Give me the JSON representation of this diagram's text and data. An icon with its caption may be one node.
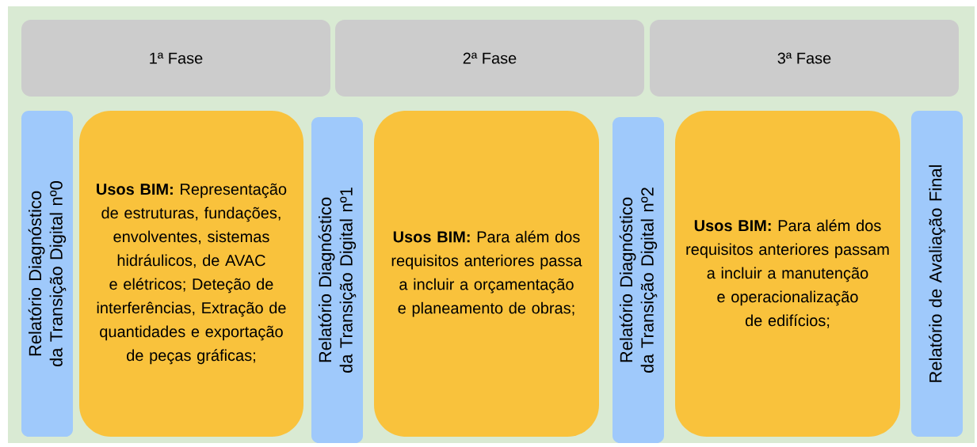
{
  "diagram": {
    "nodes": [
      {
        "text": [
          "1ª Fase"
        ]
      },
      {
        "text": [
          "2ª Fase"
        ]
      },
      {
        "text": [
          "3ª Fase"
        ]
      },
      {
        "text": [
          "Relatório Diagnóstico da Transição Digital nº0"
        ]
      },
      {
        "text": [
          "**Usos BIM:** Representação de estruturas, fundações, envolventes, sistemas hidráulicos, de AVAC e elétricos; Deteção de interferências, Extração de quantidades e exportação de peças gráficas;"
        ]
      },
      {
        "text": [
          "Relatório Diagnóstico da Transição Digital nº1"
        ]
      },
      {
        "text": [
          "**Usos BIM:** Para além dos requisitos anteriores passa a incluir a orçamentação e planeamento de obras;"
        ]
      },
      {
        "text": [
          "Relatório Diagnóstico da Transição Digital nº2"
        ]
      },
      {
        "text": [
          "**Usos BIM:** Para além dos requisitos anteriores passam a incluir a manutenção e operacionalização de edifícios;"
        ]
      },
      {
        "text": [
          "Relatório de Avaliação Final"
        ]
      }
    ]
  }
}
